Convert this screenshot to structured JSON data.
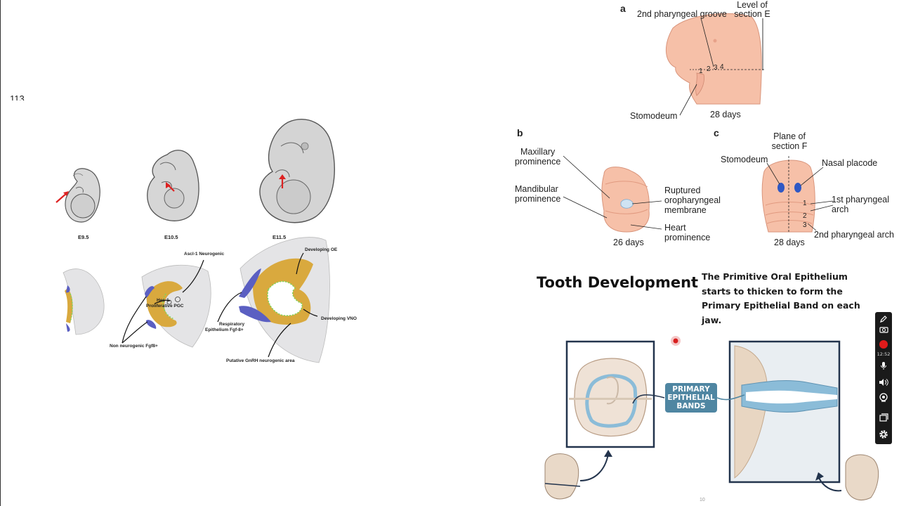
{
  "left_figure": {
    "stray_text": "113",
    "stages": [
      "E9.5",
      "E10.5",
      "E11.5"
    ],
    "labels": {
      "ascl1": "Ascl-1 Neurogenic",
      "hes1_line1": "Hes-1",
      "hes1_line2": "Proliferative PGC",
      "non_neurogenic": "Non neurogenic Fgf8+",
      "developing_oe": "Developing OE",
      "respiratory_line1": "Respiratory",
      "respiratory_line2": "Epithelium Fgf-8+",
      "developing_vno": "Developing VNO",
      "gnrh": "Putative GnRH neurogenic area"
    }
  },
  "right_figure": {
    "panel_a": {
      "letter": "a",
      "groove": "2nd pharyngeal groove",
      "level_line1": "Level of",
      "level_line2": "section E",
      "numbers": [
        "1",
        "2",
        "3",
        "4"
      ],
      "stomodeum": "Stomodeum",
      "age": "28 days"
    },
    "panel_b": {
      "letter": "b",
      "maxillary_line1": "Maxillary",
      "maxillary_line2": "prominence",
      "mandibular_line1": "Mandibular",
      "mandibular_line2": "prominence",
      "ruptured_line1": "Ruptured",
      "ruptured_line2": "oropharyngeal",
      "ruptured_line3": "membrane",
      "heart_line1": "Heart",
      "heart_line2": "prominence",
      "age": "26 days"
    },
    "panel_c": {
      "letter": "c",
      "plane_line1": "Plane of",
      "plane_line2": "section F",
      "stomodeum": "Stomodeum",
      "nasal": "Nasal placode",
      "first_arch_line1": "1st pharyngeal",
      "first_arch_line2": "arch",
      "second_arch": "2nd pharyngeal arch",
      "numbers": [
        "1",
        "2",
        "3"
      ],
      "age": "28 days"
    }
  },
  "tooth_panel": {
    "title": "Tooth Development",
    "description": "The Primitive Oral Epithelium starts to thicken to form the Primary Epithelial Band on each jaw.",
    "band_line1": "PRIMARY",
    "band_line2": "EPITHELIAL",
    "band_line3": "BANDS",
    "page_number": "10"
  },
  "toolbar": {
    "time": "12:52",
    "icons": [
      "pen-icon",
      "camera-icon",
      "record-icon",
      "mic-icon",
      "speaker-icon",
      "webcam-icon",
      "window-icon",
      "gear-icon"
    ]
  },
  "colors": {
    "embryo_skin": "#f6c0a8",
    "band_blue": "#4f86a2",
    "olfactory_gold": "#d9a93e",
    "respiratory_purple": "#5b5fc2"
  }
}
